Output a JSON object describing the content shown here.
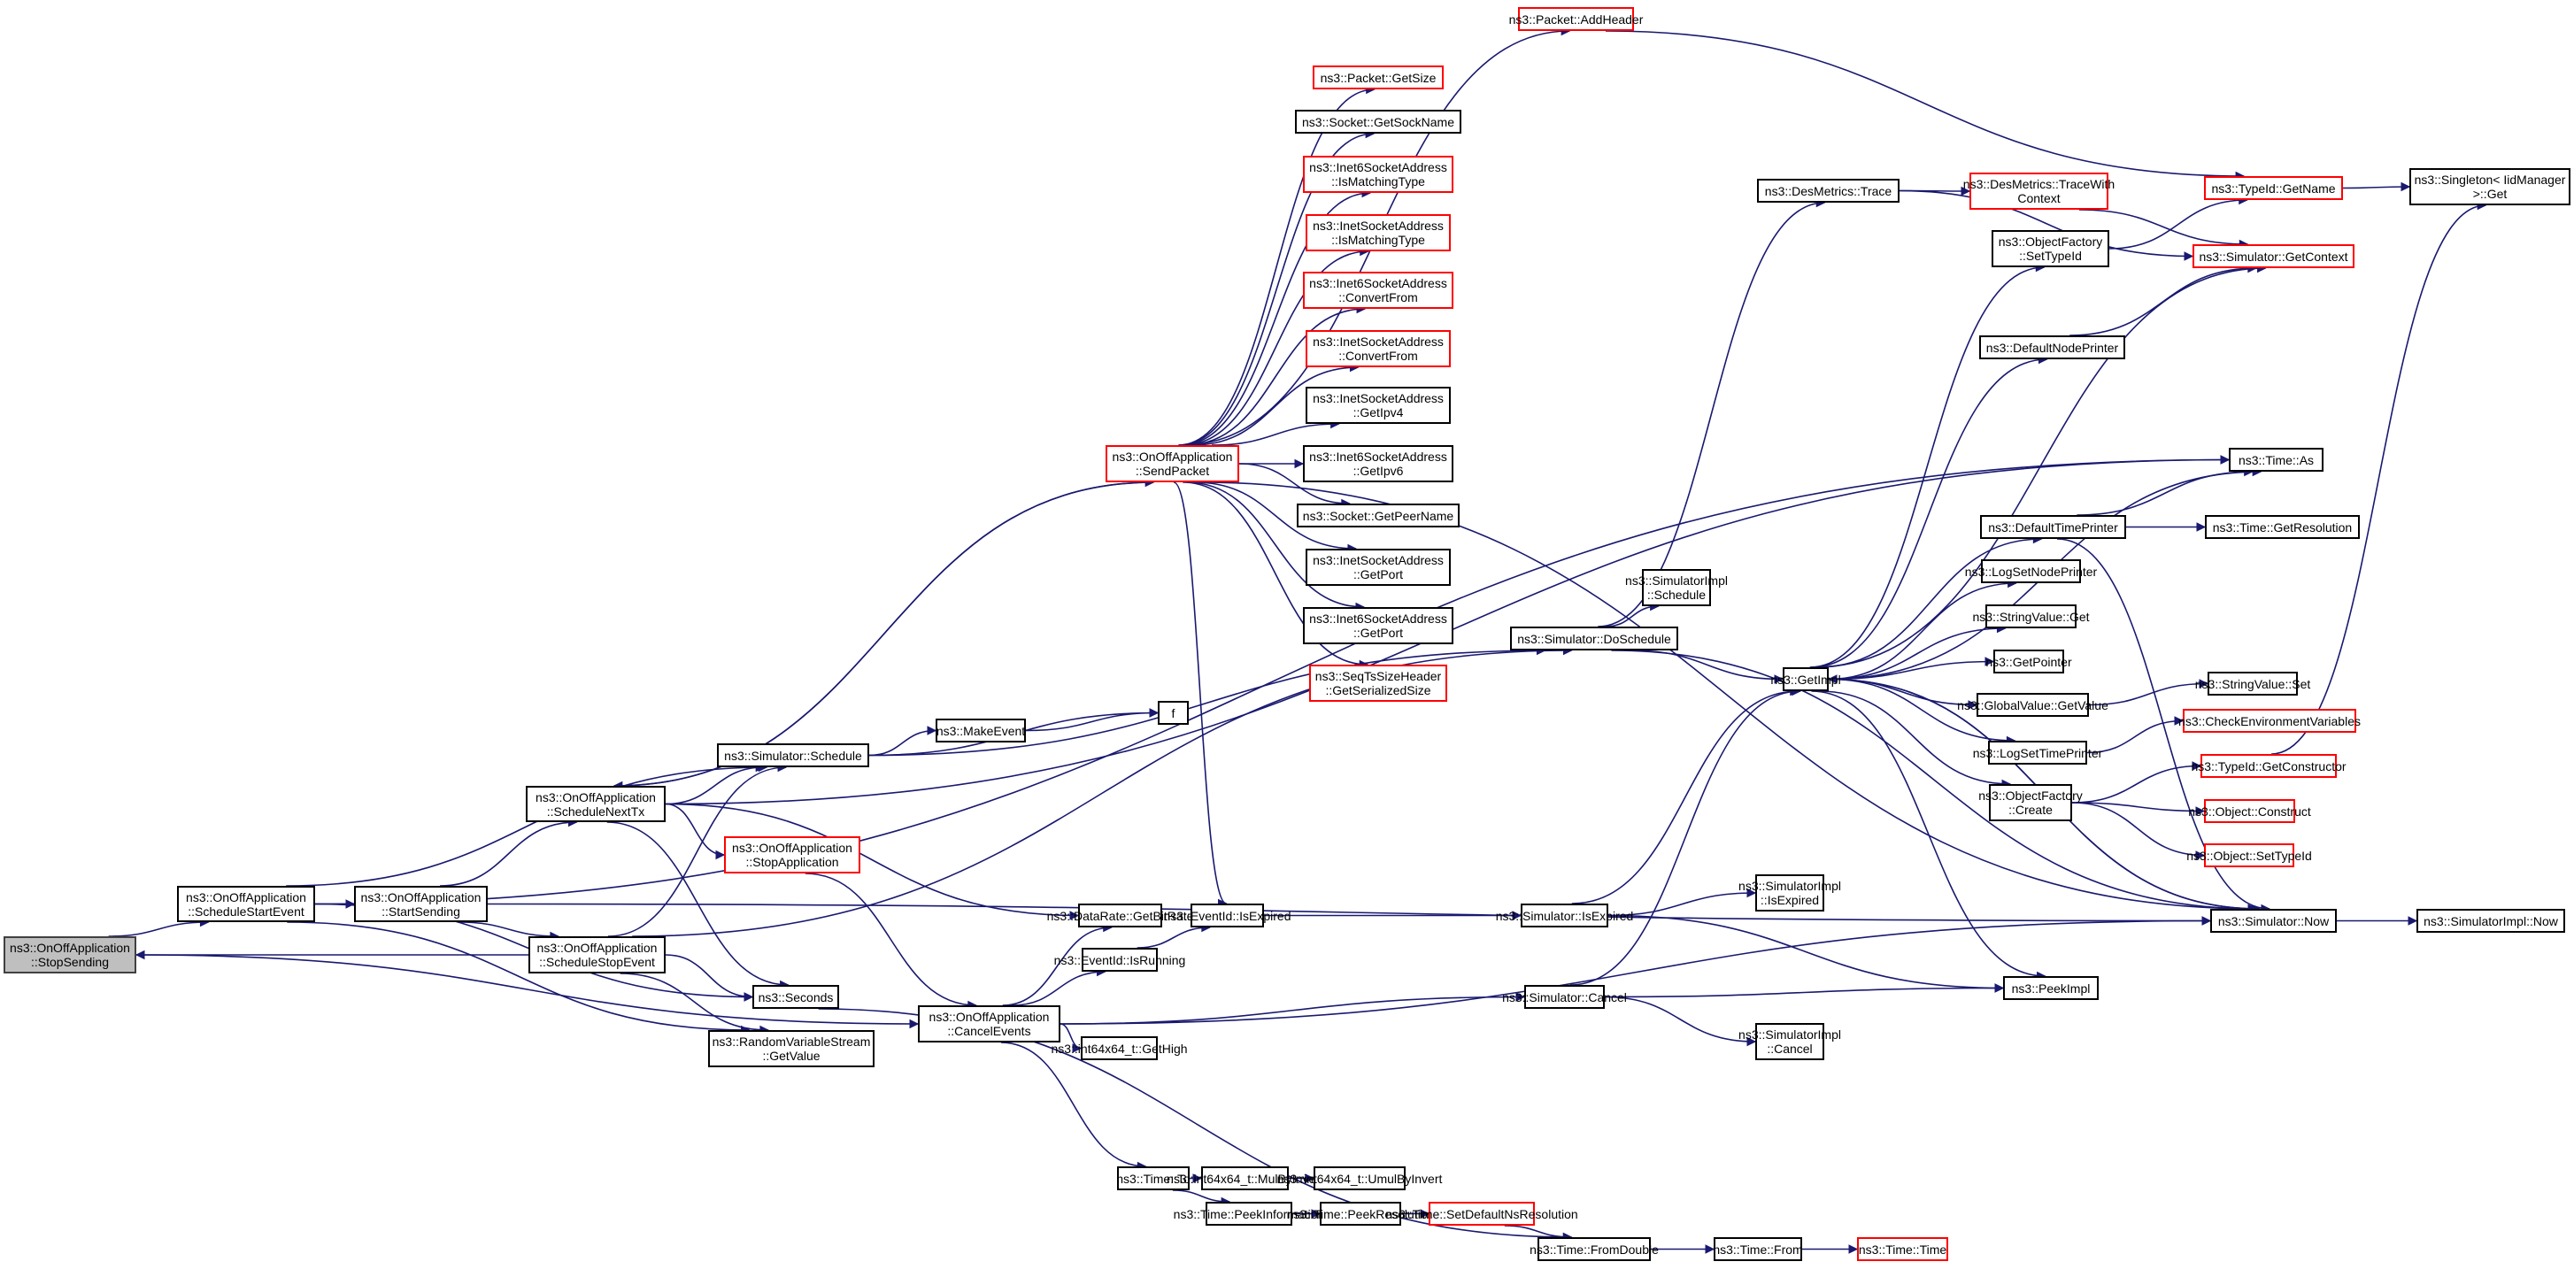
{
  "diagram": {
    "title": "Call graph of ns3::OnOffApplication::StopSending",
    "colors": {
      "edge": "#191970",
      "root_fill": "#bfbfbf",
      "documented_border": "#000000",
      "undocumented_border": "#ff0000"
    },
    "nodes": [
      {
        "id": "stopsending",
        "label": "ns3::OnOffApplication\n::StopSending",
        "style": "root"
      },
      {
        "id": "schedstart",
        "label": "ns3::OnOffApplication\n::ScheduleStartEvent",
        "style": "black"
      },
      {
        "id": "startsending",
        "label": "ns3::OnOffApplication\n::StartSending",
        "style": "black"
      },
      {
        "id": "schedstop",
        "label": "ns3::OnOffApplication\n::ScheduleStopEvent",
        "style": "black"
      },
      {
        "id": "schednexttx",
        "label": "ns3::OnOffApplication\n::ScheduleNextTx",
        "style": "black"
      },
      {
        "id": "simschedule",
        "label": "ns3::Simulator::Schedule",
        "style": "black"
      },
      {
        "id": "stopapp",
        "label": "ns3::OnOffApplication\n::StopApplication",
        "style": "red"
      },
      {
        "id": "seconds",
        "label": "ns3::Seconds",
        "style": "black"
      },
      {
        "id": "rvsgetvalue",
        "label": "ns3::RandomVariableStream\n::GetValue",
        "style": "black"
      },
      {
        "id": "cancelevents",
        "label": "ns3::OnOffApplication\n::CancelEvents",
        "style": "black"
      },
      {
        "id": "sendpacket",
        "label": "ns3::OnOffApplication\n::SendPacket",
        "style": "red"
      },
      {
        "id": "makeevent",
        "label": "ns3::MakeEvent",
        "style": "black"
      },
      {
        "id": "f",
        "label": "f",
        "style": "black"
      },
      {
        "id": "addheader",
        "label": "ns3::Packet::AddHeader",
        "style": "red"
      },
      {
        "id": "getsize",
        "label": "ns3::Packet::GetSize",
        "style": "red"
      },
      {
        "id": "getsockname",
        "label": "ns3::Socket::GetSockName",
        "style": "black"
      },
      {
        "id": "i6match",
        "label": "ns3::Inet6SocketAddress\n::IsMatchingType",
        "style": "red"
      },
      {
        "id": "i4match",
        "label": "ns3::InetSocketAddress\n::IsMatchingType",
        "style": "red"
      },
      {
        "id": "i6conv",
        "label": "ns3::Inet6SocketAddress\n::ConvertFrom",
        "style": "red"
      },
      {
        "id": "i4conv",
        "label": "ns3::InetSocketAddress\n::ConvertFrom",
        "style": "red"
      },
      {
        "id": "i4ipv4",
        "label": "ns3::InetSocketAddress\n::GetIpv4",
        "style": "black"
      },
      {
        "id": "i6ipv6",
        "label": "ns3::Inet6SocketAddress\n::GetIpv6",
        "style": "black"
      },
      {
        "id": "getpeername",
        "label": "ns3::Socket::GetPeerName",
        "style": "black"
      },
      {
        "id": "i4port",
        "label": "ns3::InetSocketAddress\n::GetPort",
        "style": "black"
      },
      {
        "id": "i6port",
        "label": "ns3::Inet6SocketAddress\n::GetPort",
        "style": "black"
      },
      {
        "id": "seqts",
        "label": "ns3::SeqTsSizeHeader\n::GetSerializedSize",
        "style": "red"
      },
      {
        "id": "getbitrate",
        "label": "ns3::DataRate::GetBitRate",
        "style": "black"
      },
      {
        "id": "isrunning",
        "label": "ns3::EventId::IsRunning",
        "style": "black"
      },
      {
        "id": "evisexpired",
        "label": "ns3::EventId::IsExpired",
        "style": "black"
      },
      {
        "id": "getheigh",
        "label": "ns3::int64x64_t::GetHigh",
        "style": "black"
      },
      {
        "id": "timeto",
        "label": "ns3::Time::To",
        "style": "black"
      },
      {
        "id": "mulbyinvert",
        "label": "ns3::int64x64_t::MulByInvert",
        "style": "black"
      },
      {
        "id": "umulbyinvert",
        "label": "ns3::int64x64_t::UmulByInvert",
        "style": "black"
      },
      {
        "id": "peekinfo",
        "label": "ns3::Time::PeekInformation",
        "style": "black"
      },
      {
        "id": "peekres",
        "label": "ns3::Time::PeekResolution",
        "style": "black"
      },
      {
        "id": "setdefns",
        "label": "ns3::Time::SetDefaultNsResolution",
        "style": "red"
      },
      {
        "id": "fromdouble",
        "label": "ns3::Time::FromDouble",
        "style": "black"
      },
      {
        "id": "timefrom",
        "label": "ns3::Time::From",
        "style": "black"
      },
      {
        "id": "timetime",
        "label": "ns3::Time::Time",
        "style": "red"
      },
      {
        "id": "doschedule",
        "label": "ns3::Simulator::DoSchedule",
        "style": "black"
      },
      {
        "id": "simisexpired",
        "label": "ns3::Simulator::IsExpired",
        "style": "black"
      },
      {
        "id": "simcancel",
        "label": "ns3::Simulator::Cancel",
        "style": "black"
      },
      {
        "id": "desmtrace",
        "label": "ns3::DesMetrics::Trace",
        "style": "black"
      },
      {
        "id": "desmtracectx",
        "label": "ns3::DesMetrics::TraceWith\nContext",
        "style": "red"
      },
      {
        "id": "simimplsched",
        "label": "ns3::SimulatorImpl\n::Schedule",
        "style": "black"
      },
      {
        "id": "getimpl",
        "label": "ns3::GetImpl",
        "style": "black"
      },
      {
        "id": "simimplisexp",
        "label": "ns3::SimulatorImpl\n::IsExpired",
        "style": "black"
      },
      {
        "id": "simimplcancel",
        "label": "ns3::SimulatorImpl\n::Cancel",
        "style": "black"
      },
      {
        "id": "ofsettypeid",
        "label": "ns3::ObjectFactory\n::SetTypeId",
        "style": "black"
      },
      {
        "id": "defnodeprinter",
        "label": "ns3::DefaultNodePrinter",
        "style": "black"
      },
      {
        "id": "deftimeprinter",
        "label": "ns3::DefaultTimePrinter",
        "style": "black"
      },
      {
        "id": "logsetnode",
        "label": "ns3::LogSetNodePrinter",
        "style": "black"
      },
      {
        "id": "strvalget",
        "label": "ns3::StringValue::Get",
        "style": "black"
      },
      {
        "id": "getpointer",
        "label": "ns3::GetPointer",
        "style": "black"
      },
      {
        "id": "gvgetvalue",
        "label": "ns3::GlobalValue::GetValue",
        "style": "black"
      },
      {
        "id": "logsettime",
        "label": "ns3::LogSetTimePrinter",
        "style": "black"
      },
      {
        "id": "ofcreate",
        "label": "ns3::ObjectFactory\n::Create",
        "style": "black"
      },
      {
        "id": "peekimpl",
        "label": "ns3::PeekImpl",
        "style": "black"
      },
      {
        "id": "typeidgetname",
        "label": "ns3::TypeId::GetName",
        "style": "red"
      },
      {
        "id": "simgetcontext",
        "label": "ns3::Simulator::GetContext",
        "style": "red"
      },
      {
        "id": "timeas",
        "label": "ns3::Time::As",
        "style": "black"
      },
      {
        "id": "timegetres",
        "label": "ns3::Time::GetResolution",
        "style": "black"
      },
      {
        "id": "strvalset",
        "label": "ns3::StringValue::Set",
        "style": "black"
      },
      {
        "id": "checkenv",
        "label": "ns3::CheckEnvironmentVariables",
        "style": "red"
      },
      {
        "id": "getconstructor",
        "label": "ns3::TypeId::GetConstructor",
        "style": "red"
      },
      {
        "id": "objconstruct",
        "label": "ns3::Object::Construct",
        "style": "red"
      },
      {
        "id": "objsettypeid",
        "label": "ns3::Object::SetTypeId",
        "style": "red"
      },
      {
        "id": "simnow",
        "label": "ns3::Simulator::Now",
        "style": "black"
      },
      {
        "id": "simimplnow",
        "label": "ns3::SimulatorImpl::Now",
        "style": "black"
      },
      {
        "id": "singleton",
        "label": "ns3::Singleton< IidManager\n>::Get",
        "style": "black"
      }
    ],
    "edges": [
      [
        "stopsending",
        "schedstart"
      ],
      [
        "stopsending",
        "cancelevents"
      ],
      [
        "schedstart",
        "startsending"
      ],
      [
        "schedstart",
        "timeas"
      ],
      [
        "schedstart",
        "simschedule"
      ],
      [
        "schedstart",
        "seconds"
      ],
      [
        "schedstart",
        "rvsgetvalue"
      ],
      [
        "startsending",
        "schednexttx"
      ],
      [
        "startsending",
        "schedstop"
      ],
      [
        "startsending",
        "simnow"
      ],
      [
        "schedstop",
        "stopsending"
      ],
      [
        "schedstop",
        "simschedule"
      ],
      [
        "schedstop",
        "seconds"
      ],
      [
        "schedstop",
        "rvsgetvalue"
      ],
      [
        "schedstop",
        "doschedule"
      ],
      [
        "schednexttx",
        "sendpacket"
      ],
      [
        "schednexttx",
        "simschedule"
      ],
      [
        "schednexttx",
        "stopapp"
      ],
      [
        "schednexttx",
        "seconds"
      ],
      [
        "schednexttx",
        "getbitrate"
      ],
      [
        "schednexttx",
        "timeas"
      ],
      [
        "sendpacket",
        "schednexttx"
      ],
      [
        "sendpacket",
        "addheader"
      ],
      [
        "sendpacket",
        "getsize"
      ],
      [
        "sendpacket",
        "getsockname"
      ],
      [
        "sendpacket",
        "i6match"
      ],
      [
        "sendpacket",
        "i4match"
      ],
      [
        "sendpacket",
        "i6conv"
      ],
      [
        "sendpacket",
        "i4conv"
      ],
      [
        "sendpacket",
        "i4ipv4"
      ],
      [
        "sendpacket",
        "i6ipv6"
      ],
      [
        "sendpacket",
        "getpeername"
      ],
      [
        "sendpacket",
        "i4port"
      ],
      [
        "sendpacket",
        "i6port"
      ],
      [
        "sendpacket",
        "seqts"
      ],
      [
        "sendpacket",
        "evisexpired"
      ],
      [
        "sendpacket",
        "simnow"
      ],
      [
        "simschedule",
        "makeevent"
      ],
      [
        "simschedule",
        "f"
      ],
      [
        "simschedule",
        "doschedule"
      ],
      [
        "makeevent",
        "f"
      ],
      [
        "stopapp",
        "cancelevents"
      ],
      [
        "cancelevents",
        "getbitrate"
      ],
      [
        "cancelevents",
        "isrunning"
      ],
      [
        "cancelevents",
        "getheigh"
      ],
      [
        "cancelevents",
        "simcancel"
      ],
      [
        "cancelevents",
        "timeto"
      ],
      [
        "cancelevents",
        "simnow"
      ],
      [
        "isrunning",
        "evisexpired"
      ],
      [
        "evisexpired",
        "simisexpired"
      ],
      [
        "simisexpired",
        "simimplisexp"
      ],
      [
        "simisexpired",
        "getimpl"
      ],
      [
        "simisexpired",
        "peekimpl"
      ],
      [
        "simcancel",
        "simimplcancel"
      ],
      [
        "simcancel",
        "getimpl"
      ],
      [
        "simcancel",
        "peekimpl"
      ],
      [
        "timeto",
        "mulbyinvert"
      ],
      [
        "timeto",
        "peekinfo"
      ],
      [
        "mulbyinvert",
        "umulbyinvert"
      ],
      [
        "peekinfo",
        "peekres"
      ],
      [
        "peekres",
        "setdefns"
      ],
      [
        "setdefns",
        "fromdouble"
      ],
      [
        "seconds",
        "fromdouble"
      ],
      [
        "fromdouble",
        "timefrom"
      ],
      [
        "timefrom",
        "timetime"
      ],
      [
        "doschedule",
        "desmtrace"
      ],
      [
        "doschedule",
        "simimplsched"
      ],
      [
        "doschedule",
        "getimpl"
      ],
      [
        "doschedule",
        "simnow"
      ],
      [
        "desmtrace",
        "desmtracectx"
      ],
      [
        "desmtrace",
        "simgetcontext"
      ],
      [
        "desmtracectx",
        "simgetcontext"
      ],
      [
        "addheader",
        "typeidgetname"
      ],
      [
        "typeidgetname",
        "singleton"
      ],
      [
        "ofsettypeid",
        "typeidgetname"
      ],
      [
        "getimpl",
        "ofsettypeid"
      ],
      [
        "getimpl",
        "defnodeprinter"
      ],
      [
        "getimpl",
        "deftimeprinter"
      ],
      [
        "getimpl",
        "logsetnode"
      ],
      [
        "getimpl",
        "strvalget"
      ],
      [
        "getimpl",
        "getpointer"
      ],
      [
        "getimpl",
        "gvgetvalue"
      ],
      [
        "getimpl",
        "logsettime"
      ],
      [
        "getimpl",
        "ofcreate"
      ],
      [
        "getimpl",
        "peekimpl"
      ],
      [
        "getimpl",
        "simnow"
      ],
      [
        "getimpl",
        "simgetcontext"
      ],
      [
        "getimpl",
        "timeas"
      ],
      [
        "defnodeprinter",
        "simgetcontext"
      ],
      [
        "deftimeprinter",
        "timeas"
      ],
      [
        "deftimeprinter",
        "timegetres"
      ],
      [
        "deftimeprinter",
        "simnow"
      ],
      [
        "gvgetvalue",
        "strvalset"
      ],
      [
        "logsettime",
        "checkenv"
      ],
      [
        "ofcreate",
        "getconstructor"
      ],
      [
        "ofcreate",
        "objconstruct"
      ],
      [
        "ofcreate",
        "objsettypeid"
      ],
      [
        "getconstructor",
        "singleton"
      ],
      [
        "simnow",
        "simimplnow"
      ],
      [
        "simnow",
        "getimpl"
      ]
    ]
  }
}
